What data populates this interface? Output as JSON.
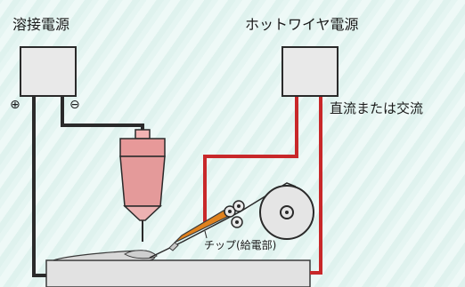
{
  "labels": {
    "welding_power": "溶接電源",
    "hotwire_power": "ホットワイヤ電源",
    "plus_symbol": "⊕",
    "minus_symbol": "⊖",
    "dc_or_ac": "直流または交流",
    "tip_feed": "チップ(給電部)"
  },
  "colors": {
    "red_wire": "#c8282a",
    "black_wire": "#2a2a2a",
    "torch": "#e49a9a",
    "tip": "#e0821e",
    "base_metal": "#e2e2e2",
    "background": "#e3f4f1"
  }
}
